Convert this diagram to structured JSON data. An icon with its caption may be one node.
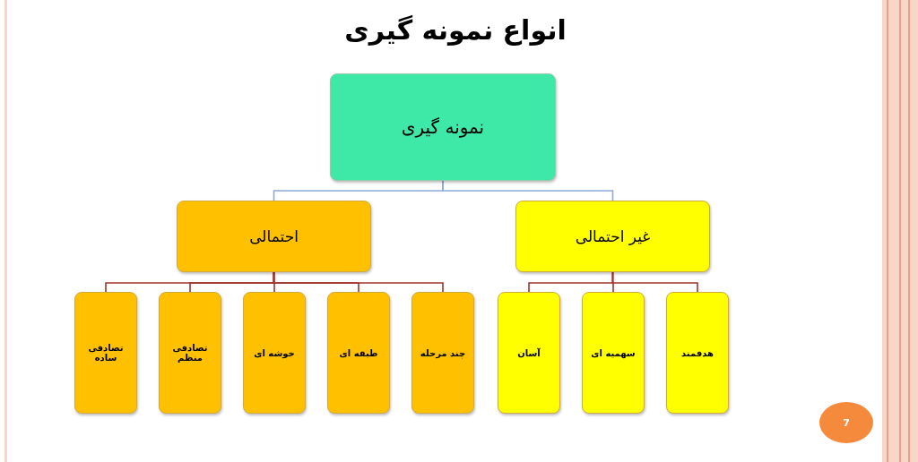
{
  "diagram": {
    "title": "انواع نمونه گیری",
    "nodes": [
      {
        "text": [
          "نمونه گیری"
        ]
      },
      {
        "text": [
          "غیر احتمالی"
        ]
      },
      {
        "text": [
          "احتمالی"
        ]
      },
      {
        "text": [
          "هدفمند"
        ]
      },
      {
        "text": [
          "سهمیه ای"
        ]
      },
      {
        "text": [
          "آسان"
        ]
      },
      {
        "text": [
          "چند مرحله"
        ]
      },
      {
        "text": [
          "طبقه ای"
        ]
      },
      {
        "text": [
          "خوشه ای"
        ]
      },
      {
        "text": [
          "تصادفی منظم"
        ]
      },
      {
        "text": [
          "تصادفی ساده"
        ]
      },
      {
        "text": [
          "7"
        ]
      }
    ],
    "edges": [
      {
        "from": 0,
        "to": 1,
        "arrow": "none",
        "color": "#8eaadb"
      },
      {
        "from": 0,
        "to": 2,
        "arrow": "none",
        "color": "#8eaadb"
      },
      {
        "from": 1,
        "to": 3,
        "arrow": "none"
      },
      {
        "from": 1,
        "to": 4,
        "arrow": "none"
      },
      {
        "from": 1,
        "to": 5,
        "arrow": "none"
      },
      {
        "from": 2,
        "to": 6,
        "arrow": "none"
      },
      {
        "from": 2,
        "to": 7,
        "arrow": "none"
      },
      {
        "from": 2,
        "to": 8,
        "arrow": "none"
      },
      {
        "from": 2,
        "to": 9,
        "arrow": "none"
      },
      {
        "from": 2,
        "to": 10,
        "arrow": "none"
      }
    ]
  }
}
